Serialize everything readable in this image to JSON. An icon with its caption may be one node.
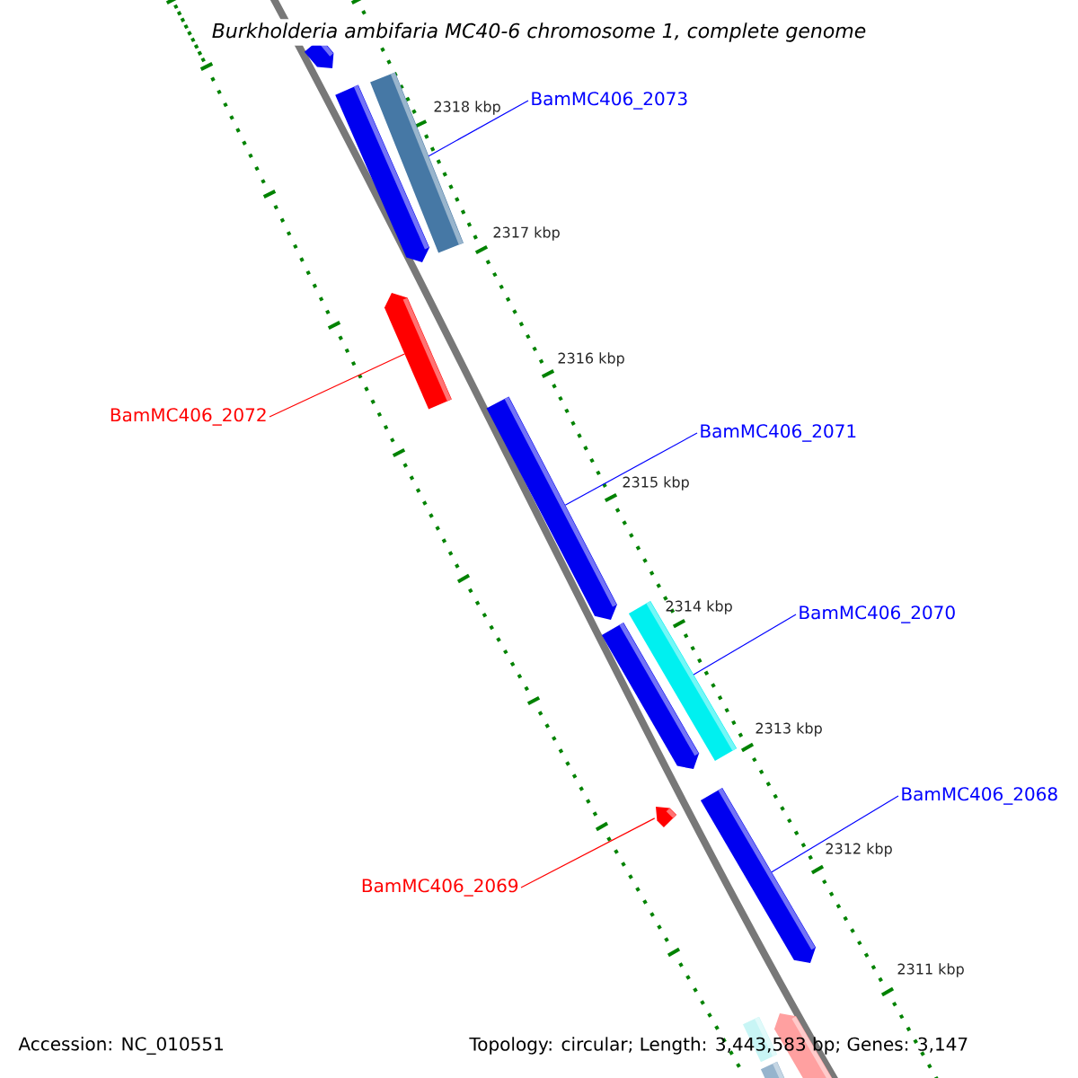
{
  "diagram": {
    "title": "Burkholderia ambifaria MC40-6 chromosome 1, complete genome",
    "nodes": [
      {
        "text": [
          "BamMC406_2073"
        ]
      },
      {
        "text": [
          "BamMC406_2072"
        ]
      },
      {
        "text": [
          "BamMC406_2071"
        ]
      },
      {
        "text": [
          "BamMC406_2070"
        ]
      },
      {
        "text": [
          "BamMC406_2068"
        ]
      },
      {
        "text": [
          "BamMC406_2069"
        ]
      },
      {
        "text": [],
        "shape": "bar"
      },
      {
        "text": [],
        "shape": "bar"
      },
      {
        "text": [],
        "shape": "bar"
      },
      {
        "text": [],
        "shape": "bar"
      },
      {
        "text": [],
        "shape": "bar"
      },
      {
        "text": [],
        "shape": "bar"
      },
      {
        "text": [],
        "shape": "bar"
      },
      {
        "text": [],
        "shape": "bar"
      },
      {
        "text": [],
        "shape": "bar"
      },
      {
        "text": [],
        "shape": "bar"
      },
      {
        "text": [],
        "shape": "bar"
      },
      {
        "text": [],
        "shape": "bar"
      }
    ],
    "edges": [
      {
        "from": 0,
        "to": 8,
        "arrow": "none"
      },
      {
        "from": 1,
        "to": 9,
        "arrow": "none",
        "color": "#ff0000"
      },
      {
        "from": 2,
        "to": 10,
        "arrow": "none"
      },
      {
        "from": 3,
        "to": 11,
        "arrow": "none"
      },
      {
        "from": 4,
        "to": 14,
        "arrow": "none"
      },
      {
        "from": 5,
        "to": 13,
        "arrow": "none",
        "color": "#ff0000"
      }
    ],
    "labels": [
      "2318 kbp",
      "2317 kbp",
      "2316 kbp",
      "2315 kbp",
      "2314 kbp",
      "2313 kbp",
      "2312 kbp",
      "2311 kbp",
      "Accession: NC_010551",
      "Topology: circular; Length: 3,443,583 bp; Genes: 3,147"
    ]
  }
}
